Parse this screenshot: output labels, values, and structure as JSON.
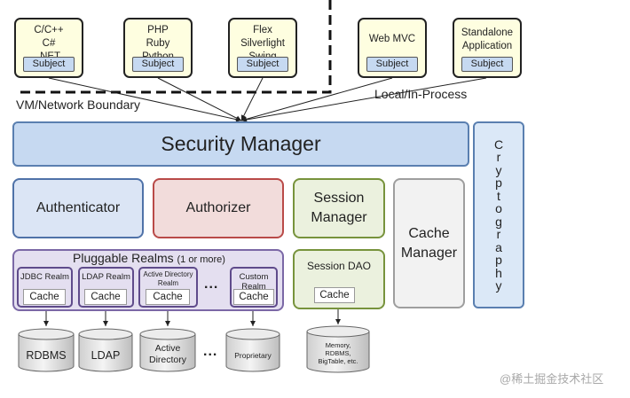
{
  "clients": [
    {
      "label": "C/C++\nC#\n.NET",
      "subject": "Subject"
    },
    {
      "label": "PHP\nRuby\nPython",
      "subject": "Subject"
    },
    {
      "label": "Flex\nSilverlight\nSwing",
      "subject": "Subject"
    },
    {
      "label": "Web MVC",
      "subject": "Subject"
    },
    {
      "label": "Standalone\nApplication",
      "subject": "Subject"
    }
  ],
  "boundary_label": "VM/Network Boundary",
  "local_label": "Local/In-Process",
  "security_manager": "Security Manager",
  "cryptography": [
    "C",
    "r",
    "y",
    "p",
    "t",
    "o",
    "g",
    "r",
    "a",
    "p",
    "h",
    "y"
  ],
  "authenticator": "Authenticator",
  "authorizer": "Authorizer",
  "session_manager": "Session\nManager",
  "cache_manager": "Cache\nManager",
  "realms": {
    "title_main": "Pluggable Realms",
    "title_note": "(1 or more)",
    "items": [
      {
        "label": "JDBC Realm",
        "cache": "Cache"
      },
      {
        "label": "LDAP Realm",
        "cache": "Cache"
      },
      {
        "label": "Active Directory\nRealm",
        "cache": "Cache"
      },
      {
        "label": "Custom\nRealm",
        "cache": "Cache"
      }
    ],
    "ellipsis": "..."
  },
  "session_dao": {
    "label": "Session DAO",
    "cache": "Cache"
  },
  "datastores": [
    {
      "label": "RDBMS"
    },
    {
      "label": "LDAP"
    },
    {
      "label": "Active\nDirectory"
    },
    {
      "label": "Proprietary"
    },
    {
      "label": "Memory,\nRDBMS,\nBigTable, etc."
    }
  ],
  "datastores_ellipsis": "...",
  "watermark": "@稀土掘金技术社区",
  "colors": {
    "client_fill": "#fefee0",
    "subject_fill": "#c6d9f1",
    "security_manager_fill": "#c6d9f1",
    "authenticator_fill": "#dbe5f5",
    "authorizer_fill": "#f2dcdb",
    "session_fill": "#ebf1de",
    "cache_manager_fill": "#f2f2f2",
    "realms_fill": "#e4dff0",
    "datastore_fill": "#e6e6e6"
  }
}
